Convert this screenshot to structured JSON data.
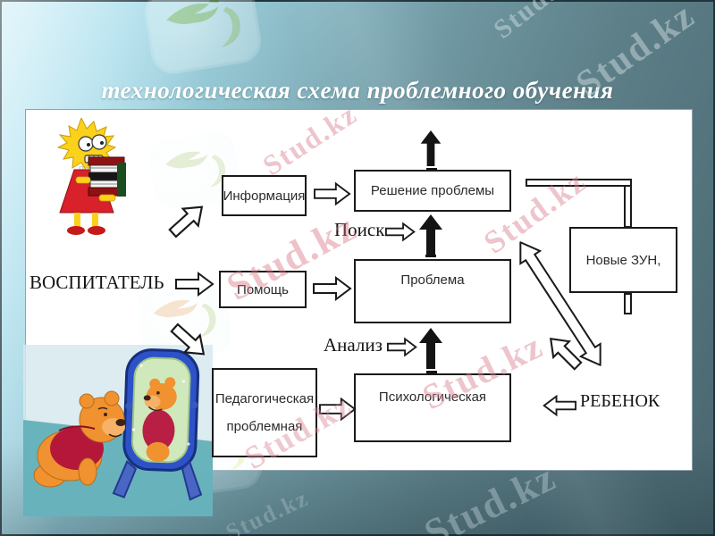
{
  "slide": {
    "title": "технологическая схема проблемного обучения"
  },
  "watermark": {
    "text": "Stud.kz"
  },
  "diagram": {
    "teacher_label": "ВОСПИТАТЕЛЬ",
    "child_label": "РЕБЕНОК",
    "search_label": "Поиск",
    "analysis_label": "Анализ",
    "boxes": {
      "information": "Информация",
      "help": "Помощь",
      "pedagogical_line1": "Педагогическая",
      "pedagogical_line2": "проблемная",
      "solution": "Решение проблемы",
      "problem": "Проблема",
      "psychological": "Психологическая",
      "new_zun": "Новые ЗУН,"
    }
  },
  "colors": {
    "background_top": "#aadeec",
    "background_bottom": "#4a666f",
    "panel": "#ffffff",
    "box_border": "#1a1a1a",
    "watermark_pink": "#d9818f",
    "watermark_gray": "#a9bcc3",
    "title_text": "#ffffff"
  }
}
